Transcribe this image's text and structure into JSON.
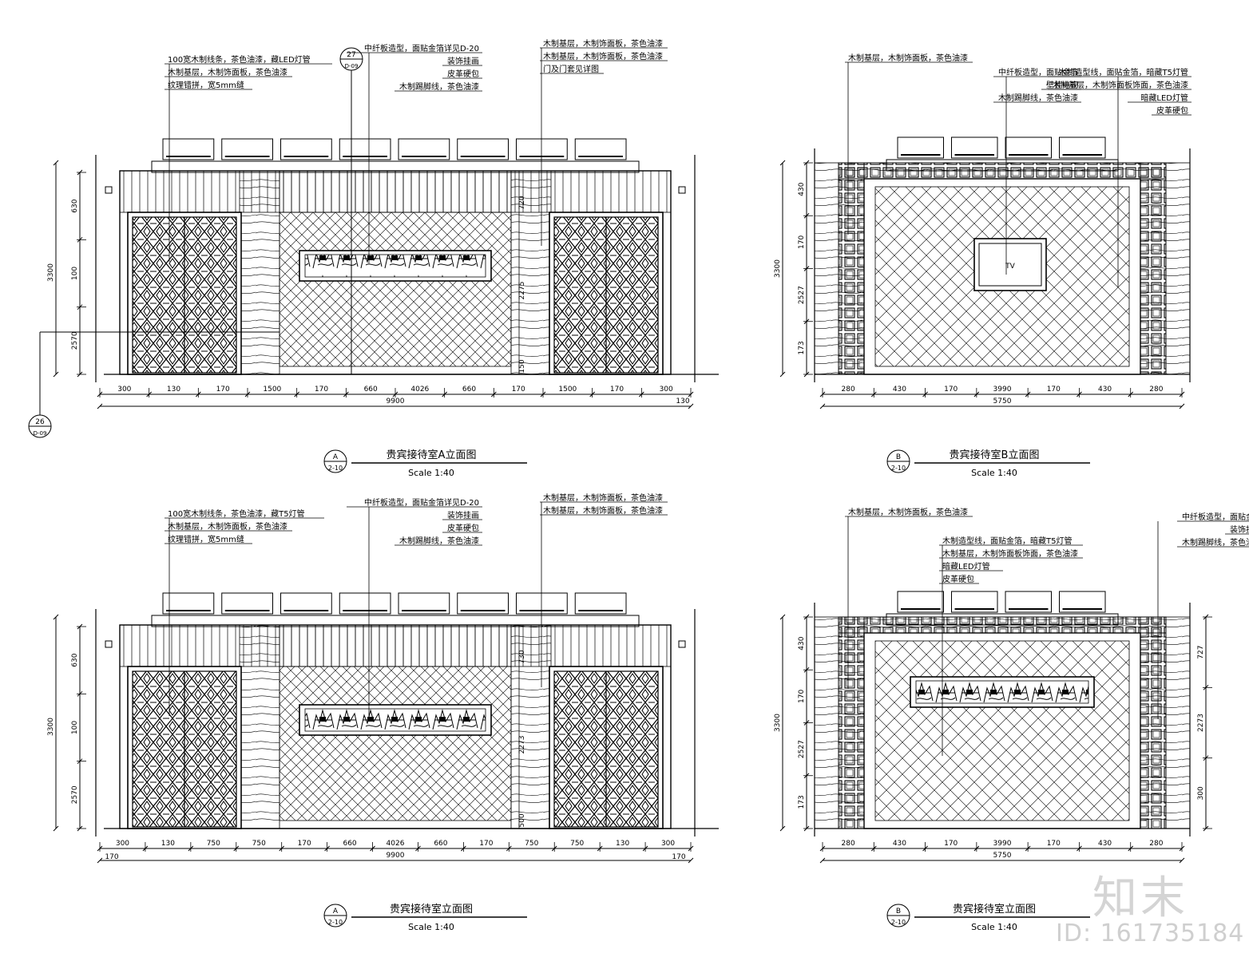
{
  "sheet": {
    "watermark_text": "知末",
    "watermark_id": "ID: 161735184"
  },
  "views": [
    {
      "id": "A1",
      "title": "贵宾接待室A立面图",
      "scale": "Scale 1:40",
      "tag_letter": "A",
      "tag_number": "2-10",
      "section_top": {
        "top": "27",
        "bottom": "D-09"
      },
      "section_left": {
        "top": "26",
        "bottom": "D-09"
      },
      "notes_left": [
        "100宽木制线条，茶色油漆，藏LED灯管",
        "木制基层，木制饰面板，茶色油漆",
        "纹理错拼，宽5mm缝"
      ],
      "notes_center": [
        "中纤板造型，面贴金箔详见D-20",
        "装饰挂画",
        "皮革硬包",
        "木制踢脚线，茶色油漆"
      ],
      "notes_right": [
        "木制基层，木制饰面板，茶色油漆",
        "木制基层，木制饰面板，茶色油漆",
        "门及门套见详图"
      ],
      "bottom_dims": [
        "300",
        "130",
        "170",
        "1500",
        "170",
        "660",
        "4026",
        "660",
        "170",
        "1500",
        "170",
        "300"
      ],
      "total": "9900",
      "extra_dim": "130",
      "left_dims": [
        "630",
        "100",
        "2570"
      ],
      "left_total": "3300",
      "inner_dims": [
        "720",
        "2275",
        "150"
      ]
    },
    {
      "id": "B1",
      "title": "贵宾接待室B立面图",
      "scale": "Scale 1:40",
      "tag_letter": "B",
      "tag_number": "2-10",
      "tv_label": "TV",
      "notes_left": [
        "木制基层，木制饰面板，茶色油漆"
      ],
      "notes_center": [
        "中纤板造型，面贴金箔",
        "壁挂电视",
        "木制踢脚线，茶色油漆"
      ],
      "notes_right": [
        "木制造型线，面贴金箔，暗藏T5灯管",
        "木制基层，木制饰面板饰面，茶色油漆",
        "暗藏LED灯管",
        "皮革硬包"
      ],
      "bottom_dims": [
        "280",
        "430",
        "170",
        "3990",
        "170",
        "430",
        "280"
      ],
      "total": "5750",
      "left_dims": [
        "430",
        "170",
        "2527",
        "173"
      ],
      "left_total": "3300"
    },
    {
      "id": "A2",
      "title": "贵宾接待室立面图",
      "scale": "Scale 1:40",
      "tag_letter": "A",
      "tag_number": "2-10",
      "notes_left": [
        "100宽木制线条，茶色油漆，藏T5灯管",
        "木制基层，木制饰面板，茶色油漆",
        "纹理错拼，宽5mm缝"
      ],
      "notes_center": [
        "中纤板造型，面贴金箔详见D-20",
        "装饰挂画",
        "皮革硬包",
        "木制踢脚线，茶色油漆"
      ],
      "notes_right": [
        "木制基层，木制饰面板，茶色油漆",
        "木制基层，木制饰面板，茶色油漆"
      ],
      "bottom_dims": [
        "300",
        "130",
        "750",
        "750",
        "170",
        "660",
        "4026",
        "660",
        "170",
        "750",
        "750",
        "130",
        "300"
      ],
      "sub_dims": [
        "170",
        "170"
      ],
      "total": "9900",
      "left_dims": [
        "630",
        "100",
        "2570"
      ],
      "left_total": "3300",
      "inner_dims": [
        "730",
        "2273",
        "500"
      ]
    },
    {
      "id": "B2",
      "title": "贵宾接待室立面图",
      "scale": "Scale 1:40",
      "tag_letter": "B",
      "tag_number": "2-10",
      "notes_left": [
        "木制基层，木制饰面板，茶色油漆"
      ],
      "notes_center": [
        "木制造型线，面贴金箔，暗藏T5灯管",
        "木制基层，木制饰面板饰面，茶色油漆",
        "暗藏LED灯管",
        "皮革硬包"
      ],
      "notes_right": [
        "中纤板造型，面贴金箔",
        "装饰挂画",
        "木制踢脚线，茶色油漆"
      ],
      "bottom_dims": [
        "280",
        "430",
        "170",
        "3990",
        "170",
        "430",
        "280"
      ],
      "total": "5750",
      "left_dims": [
        "430",
        "170",
        "2527",
        "173"
      ],
      "left_total": "3300",
      "right_dims": [
        "727",
        "2273",
        "300"
      ]
    }
  ]
}
